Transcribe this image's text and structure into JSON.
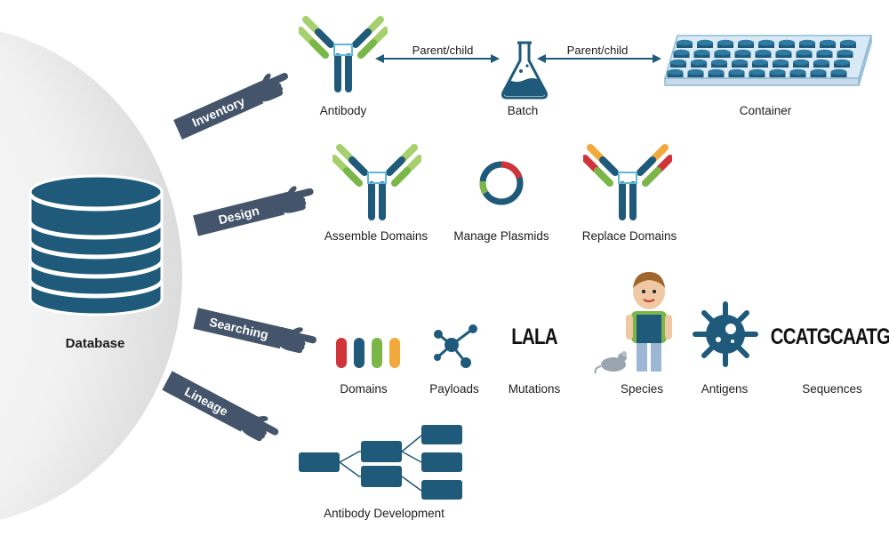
{
  "database": {
    "label": "Database"
  },
  "colors": {
    "primary": "#1f5a7a",
    "arm": "#44546a",
    "green": "#7ab648",
    "light_green": "#a6cf6d",
    "red": "#d13438",
    "orange": "#f2a93b",
    "orange_light": "#f5c16a"
  },
  "categories": [
    {
      "label": "Inventory"
    },
    {
      "label": "Design"
    },
    {
      "label": "Searching"
    },
    {
      "label": "Lineage"
    }
  ],
  "inventory": {
    "items": [
      "Antibody",
      "Batch",
      "Container"
    ],
    "relations": [
      "Parent/child",
      "Parent/child"
    ]
  },
  "design": {
    "items": [
      "Assemble Domains",
      "Manage Plasmids",
      "Replace Domains"
    ]
  },
  "searching": {
    "items": [
      "Domains",
      "Payloads",
      "Mutations",
      "Species",
      "Antigens",
      "Sequences"
    ],
    "mutation_text": "LALA",
    "sequence_text": "CCATGCAATG"
  },
  "lineage": {
    "items": [
      "Antibody Development"
    ]
  }
}
